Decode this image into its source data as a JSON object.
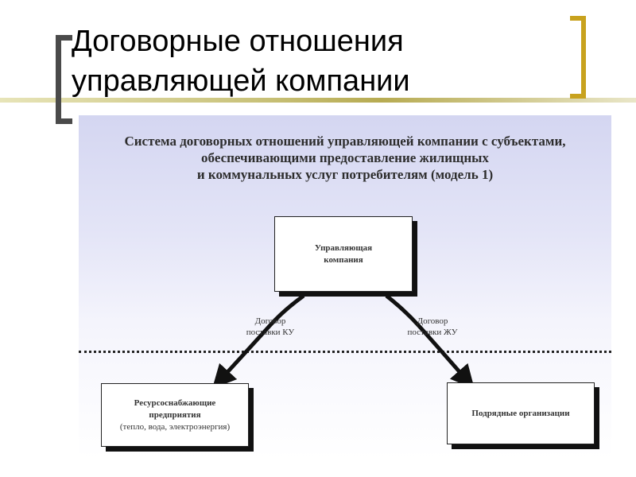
{
  "slide": {
    "title_line1": "Договорные отношения",
    "title_line2": "управляющей компании"
  },
  "diagram": {
    "heading_line1": "Система договорных отношений управляющей компании с субъектами,",
    "heading_line2": "обеспечивающими предоставление жилищных",
    "heading_line3": "и коммунальных услуг потребителям (модель 1)",
    "management_company_line1": "Управляющая",
    "management_company_line2": "компания",
    "edge_left_line1": "Договор",
    "edge_left_line2": "поставки КУ",
    "edge_right_line1": "Договор",
    "edge_right_line2": "поставки ЖУ",
    "rso_line1": "Ресурсоснабжающие",
    "rso_line2": "предприятия",
    "rso_line3": "(тепло, вода, электроэнергия)",
    "contractors": "Подрядные организации"
  },
  "colors": {
    "accent_gold": "#c8a21e",
    "panel_top": "#d4d6f1"
  }
}
